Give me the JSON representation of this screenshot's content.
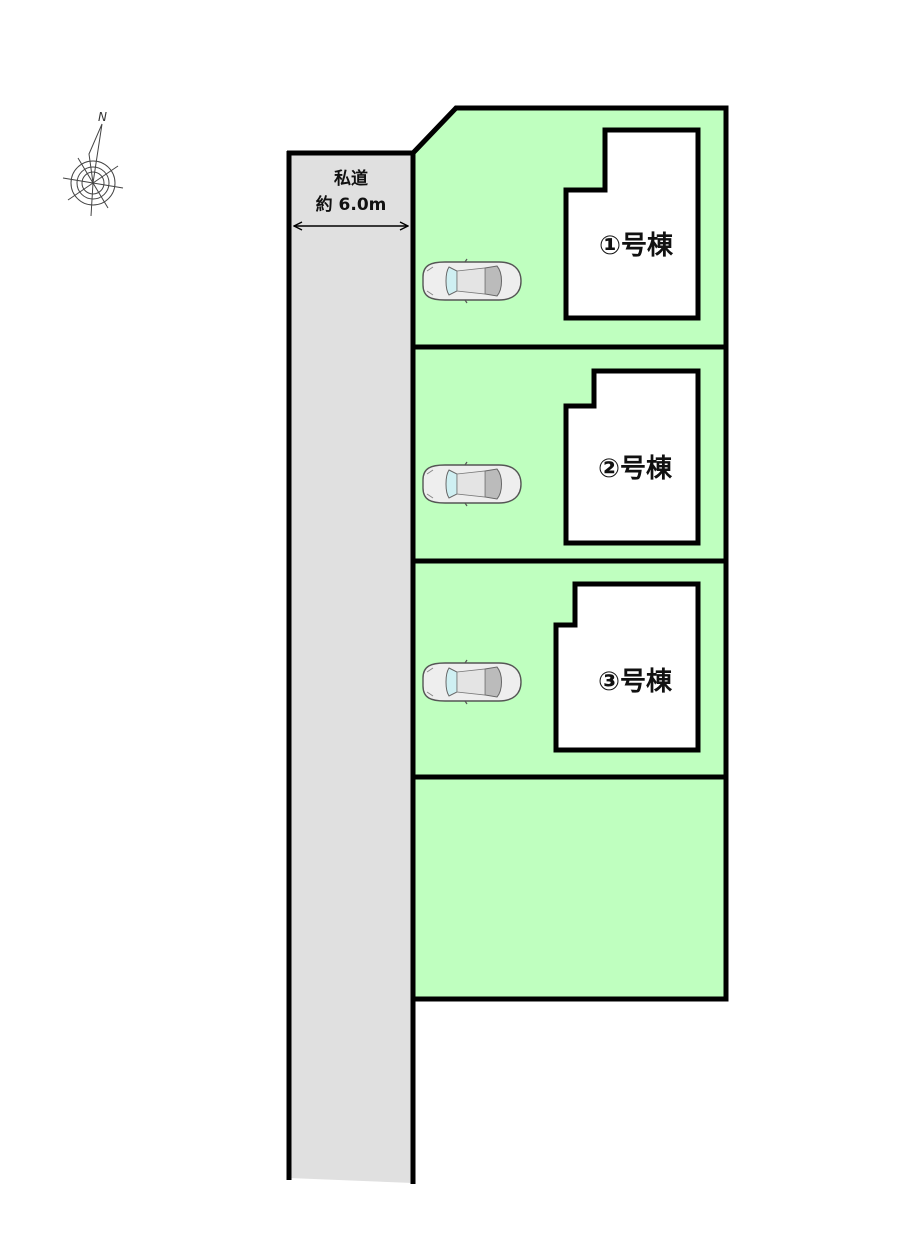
{
  "road": {
    "name": "私道",
    "width": "約 6.0m"
  },
  "compass": {
    "label": "N"
  },
  "houses": [
    {
      "label": "①号棟"
    },
    {
      "label": "②号棟"
    },
    {
      "label": "③号棟"
    }
  ],
  "colors": {
    "lot_fill": "#bfffbf",
    "road_fill": "#e0e0e0",
    "outline": "#000000",
    "building_fill": "#ffffff",
    "car_glass": "#cfeff2"
  }
}
